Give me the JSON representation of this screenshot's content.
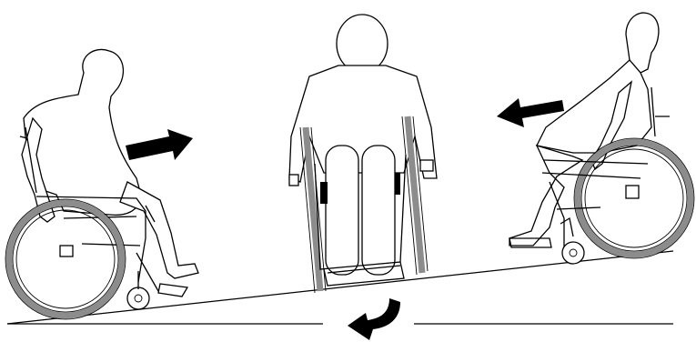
{
  "figure": {
    "kind": "illustration",
    "subject": "wheelchair-on-incline",
    "colors": {
      "ink": "#000000",
      "tyre": "#8c8c8c",
      "background": "#ffffff"
    },
    "views": [
      {
        "id": "side-left",
        "arrow": "right"
      },
      {
        "id": "front",
        "arrow": "down-left-curved"
      },
      {
        "id": "side-right",
        "arrow": "left"
      }
    ]
  }
}
